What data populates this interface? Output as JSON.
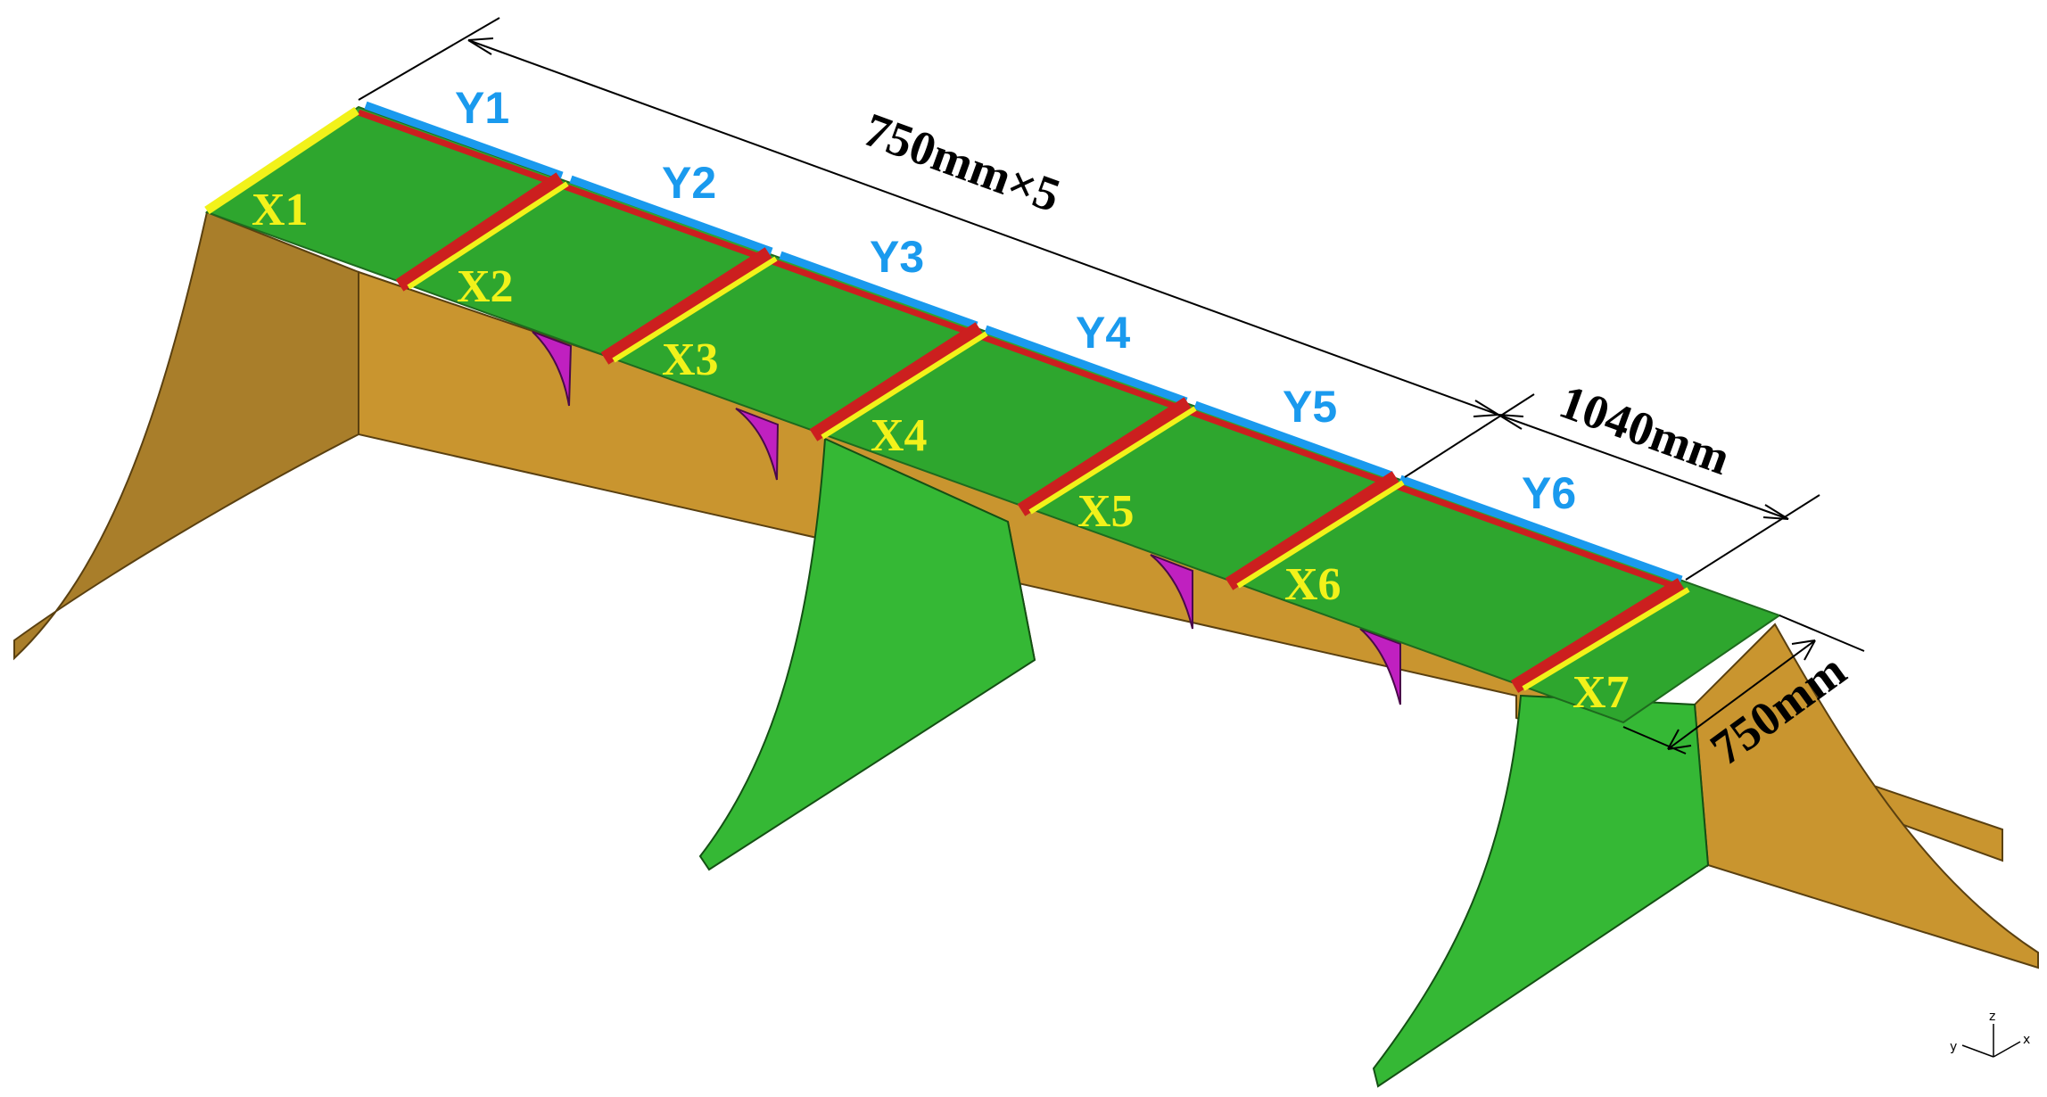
{
  "colors": {
    "top_plate": "#2ea62e",
    "top_plate_edge": "#1e6a1e",
    "girder_web": "#c9952f",
    "girder_web_dark": "#a97e2a",
    "transverse_web": "#35b835",
    "bracket": "#c020c0",
    "weld_red": "#cc1f1f",
    "weld_yellow": "#f2f21a",
    "y_edge_blue": "#1a9aee",
    "x_label": "#f2f21a",
    "y_label": "#1a9aee",
    "dimension": "#000000"
  },
  "x_labels": [
    "X1",
    "X2",
    "X3",
    "X4",
    "X5",
    "X6",
    "X7"
  ],
  "y_labels": [
    "Y1",
    "Y2",
    "Y3",
    "Y4",
    "Y5",
    "Y6"
  ],
  "dimensions": {
    "span": "750mm×5",
    "last_span": "1040mm",
    "width": "750mm"
  },
  "axis_triad": {
    "z": "z",
    "y": "y",
    "x": "x"
  }
}
